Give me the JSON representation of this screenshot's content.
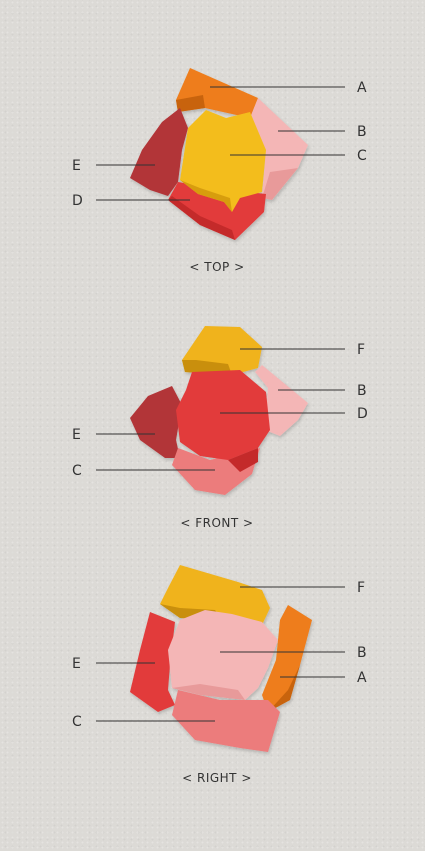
{
  "colors": {
    "A": "#ee7d1a",
    "B": "#f4b6b6",
    "C_top": "#f3bd1f",
    "C_side": "#ec7b7c",
    "D": "#e23b3b",
    "E": "#b23437",
    "F": "#f0b31c",
    "background": "#dcdad6"
  },
  "views": [
    {
      "caption": "< TOP >",
      "labels": {
        "A": "A",
        "B": "B",
        "C": "C",
        "D": "D",
        "E": "E"
      }
    },
    {
      "caption": "< FRONT >",
      "labels": {
        "F": "F",
        "B": "B",
        "D": "D",
        "E": "E",
        "C": "C"
      }
    },
    {
      "caption": "< RIGHT >",
      "labels": {
        "F": "F",
        "B": "B",
        "A": "A",
        "E": "E",
        "C": "C"
      }
    }
  ]
}
